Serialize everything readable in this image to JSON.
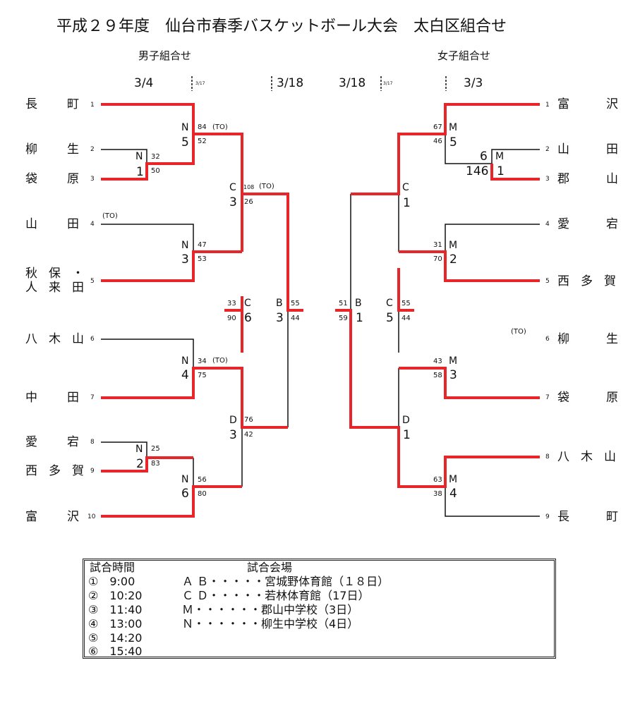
{
  "title": "平成２９年度　仙台市春季バスケットボール大会　太白区組合せ",
  "boys_heading": "男子組合せ",
  "girls_heading": "女子組合せ",
  "dates": {
    "b1": "3/4",
    "b2": "3/18",
    "g2": "3/18",
    "g1": "3/3",
    "small": "3/17"
  },
  "boys": {
    "teams": [
      {
        "seed": "1",
        "name": [
          "長",
          "町"
        ]
      },
      {
        "seed": "2",
        "name": [
          "柳",
          "生"
        ]
      },
      {
        "seed": "3",
        "name": [
          "袋",
          "原"
        ]
      },
      {
        "seed": "4",
        "name": [
          "山",
          "田"
        ]
      },
      {
        "seed": "5",
        "name": [
          "秋保・",
          "人来田"
        ]
      },
      {
        "seed": "6",
        "name": [
          "八",
          "木",
          "山"
        ]
      },
      {
        "seed": "7",
        "name": [
          "中",
          "田"
        ]
      },
      {
        "seed": "8",
        "name": [
          "愛",
          "宕"
        ]
      },
      {
        "seed": "9",
        "name": [
          "西",
          "多",
          "賀"
        ]
      },
      {
        "seed": "10",
        "name": [
          "富",
          "沢"
        ]
      }
    ],
    "games": {
      "n1": {
        "code": "N",
        "num": "1",
        "s1": "32",
        "s2": "50"
      },
      "n5": {
        "code": "N",
        "num": "5",
        "s1": "84",
        "s2": "52",
        "note": "(TO)"
      },
      "n3": {
        "code": "N",
        "num": "3",
        "s1": "47",
        "s2": "53"
      },
      "n4": {
        "code": "N",
        "num": "4",
        "s1": "34",
        "s2": "75",
        "note": "(TO)"
      },
      "n2": {
        "code": "N",
        "num": "2",
        "s1": "25",
        "s2": "83"
      },
      "n6": {
        "code": "N",
        "num": "6",
        "s1": "56",
        "s2": "80"
      },
      "c3": {
        "code": "C",
        "num": "3",
        "s1": "108",
        "s2": "26",
        "note": "(TO)"
      },
      "c6": {
        "code": "C",
        "num": "6",
        "s1": "33",
        "s2": "90"
      },
      "d3": {
        "code": "D",
        "num": "3",
        "s1": "76",
        "s2": "42"
      },
      "b3": {
        "code": "B",
        "num": "3",
        "s1": "55",
        "s2": "44"
      }
    },
    "to_yamada": "(TO)"
  },
  "girls": {
    "teams": [
      {
        "seed": "1",
        "name": [
          "富",
          "沢"
        ]
      },
      {
        "seed": "2",
        "name": [
          "山",
          "田"
        ]
      },
      {
        "seed": "3",
        "name": [
          "郡",
          "山"
        ]
      },
      {
        "seed": "4",
        "name": [
          "愛",
          "宕"
        ]
      },
      {
        "seed": "5",
        "name": [
          "西",
          "多",
          "賀"
        ]
      },
      {
        "seed": "6",
        "name": [
          "柳",
          "生"
        ]
      },
      {
        "seed": "7",
        "name": [
          "袋",
          "原"
        ]
      },
      {
        "seed": "8",
        "name": [
          "八",
          "木",
          "山"
        ]
      },
      {
        "seed": "9",
        "name": [
          "長",
          "町"
        ]
      }
    ],
    "games": {
      "m5": {
        "code": "M",
        "num": "5",
        "s1": "67",
        "s2": "46"
      },
      "m1": {
        "code": "M",
        "num": "1",
        "pre": "6",
        "pre2": "146"
      },
      "m2": {
        "code": "M",
        "num": "2",
        "s1": "31",
        "s2": "70"
      },
      "m3": {
        "code": "M",
        "num": "3",
        "s1": "43",
        "s2": "58"
      },
      "m4": {
        "code": "M",
        "num": "4",
        "s1": "63",
        "s2": "38"
      },
      "c1": {
        "code": "C",
        "num": "1"
      },
      "c5": {
        "code": "C",
        "num": "5",
        "s1": "55",
        "s2": "44"
      },
      "d1": {
        "code": "D",
        "num": "1"
      },
      "b1": {
        "code": "B",
        "num": "1",
        "s1": "51",
        "s2": "59"
      }
    },
    "to_yanagiu": "(TO)"
  },
  "legend": {
    "time_heading": "試合時間",
    "venue_heading": "試合会場",
    "times": [
      "①　9:00",
      "②　10:20",
      "③　11:40",
      "④　13:00",
      "⑤　14:20",
      "⑥　15:40"
    ],
    "venues": [
      "Ａ Ｂ・・・・・宮城野体育館（１８日）",
      "Ｃ Ｄ・・・・・若林体育館（17日）",
      "Ｍ・・・・・・郡山中学校（3日）",
      "Ｎ・・・・・・柳生中学校（4日）"
    ]
  },
  "colors": {
    "win": "#e8262a",
    "line": "#111111"
  }
}
